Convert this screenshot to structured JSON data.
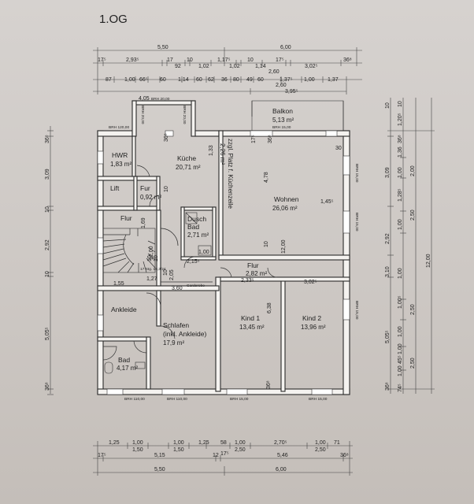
{
  "title": "1.OG",
  "rooms": {
    "balkon": {
      "name": "Balkon",
      "area": "5,13 m²"
    },
    "hwr": {
      "name": "HWR",
      "area": "1,83 m²"
    },
    "kueche": {
      "name": "Küche",
      "area": "20,71 m²"
    },
    "kuechenzeile": {
      "name": "zzgl. Platz f. Küchenzeile",
      "area": "2,26 m²"
    },
    "lift": {
      "name": "Lift"
    },
    "flur_top": {
      "name": "Fur",
      "area": "0,92 m²"
    },
    "wohnen": {
      "name": "Wohnen",
      "area": "26,06 m²"
    },
    "dusche": {
      "name": "Dusch",
      "name2": "Bad",
      "area": "2,71 m²"
    },
    "flur_stair": {
      "name": "Flur"
    },
    "flur_mid": {
      "name": "Flur",
      "area": "2,82 m²"
    },
    "ankleide": {
      "name": "Ankleide"
    },
    "schlafen": {
      "name": "Schlafen",
      "name2": "(inkl. Ankleide)",
      "area": "17,9 m²"
    },
    "kind1": {
      "name": "Kind 1",
      "area": "13,45 m²"
    },
    "kind2": {
      "name": "Kind 2",
      "area": "13,96 m²"
    },
    "bad": {
      "name": "Bad",
      "area": "4,17 m²"
    }
  },
  "notes": {
    "garderobe": "Garderobe",
    "stairs": "17 Stg. 19,3/24",
    "brh_200": "BRH 20,00",
    "brh_120": "BRH 120,00",
    "brh_110": "BRH 110,00",
    "brh_15": "BRH 15,00"
  },
  "dims": {
    "top_overall_1": "5,50",
    "top_overall_2": "6,00",
    "top_row2": [
      "17⁵",
      "2,93⁵",
      "17",
      "92",
      "10",
      "1,02",
      "1,17⁵",
      "10",
      "1,02",
      "1,14",
      "17⁵",
      "3,02⁵",
      "36⁸"
    ],
    "top_260a": "2,60",
    "top_row3": [
      "87",
      "1,00",
      "66⁵",
      "60",
      "1,14",
      "60",
      "62",
      "36",
      "80",
      "49",
      "60",
      "1,37⁵",
      "1,00",
      "1,37"
    ],
    "top_260b": "2,60",
    "top_395": "3,95⁵",
    "top_405": "4,05",
    "bottom_row1": [
      "1,25",
      "1,00",
      "1,00",
      "1,25",
      "58",
      "1,00",
      "2,70⁵",
      "1,00",
      "71"
    ],
    "bottom_row1b": [
      "1,50",
      "1,50",
      "2,50",
      "2,50"
    ],
    "bottom_row2": [
      "17⁵",
      "5,15",
      "12",
      "17⁵",
      "5,46",
      "36⁸"
    ],
    "bottom_overall_1": "5,50",
    "bottom_overall_2": "6,00",
    "left_dims": [
      "36⁸",
      "3,09",
      "10",
      "2,92",
      "10",
      "5,05⁵",
      "36⁸"
    ],
    "right_dims_a": [
      "10",
      "1,20⁵",
      "36⁸",
      "1,36",
      "1,00",
      "1,28⁵",
      "1,00",
      "1,00",
      "1,00⁵",
      "1,00",
      "1,00",
      "45⁵",
      "1,00",
      "74⁵"
    ],
    "right_dims_b": [
      "2,00",
      "2,50",
      "2,50",
      "2,50"
    ],
    "right_dims_c": [
      "10",
      "3,09",
      "2,92",
      "3,10",
      "5,05⁵",
      "36⁸"
    ],
    "right_overall": "12,00",
    "inner": [
      "4,78",
      "1,69",
      "1,33",
      "1,45⁵",
      "12,00",
      "10",
      "6,38",
      "2,33⁵",
      "3,02⁵",
      "3,60",
      "2,15⁵",
      "1,00",
      "2,05",
      "1,27",
      "1,55",
      "12,00",
      "10",
      "10",
      "10",
      "10",
      "36⁸",
      "36⁸",
      "30",
      "36⁸",
      "17⁵"
    ]
  }
}
